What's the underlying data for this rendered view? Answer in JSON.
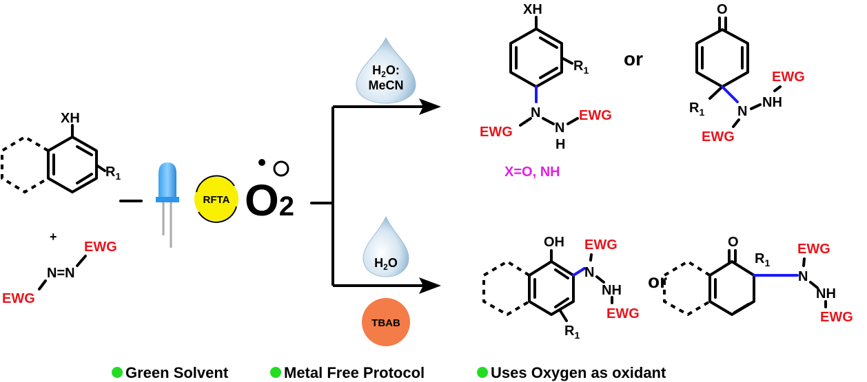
{
  "reactants": {
    "xh": "XH",
    "r1": "R",
    "r1_sub": "1",
    "plus": "+",
    "ewg_top": "EWG",
    "azo": "N=N",
    "ewg_bottom": "EWG"
  },
  "catalyst": {
    "label": "RFTA",
    "color": "#f8f000"
  },
  "oxygen": {
    "o": "O",
    "sub": "2"
  },
  "top_branch": {
    "solvent_line1_main": "H",
    "solvent_line1_sub": "2",
    "solvent_line1_rest": "O:",
    "solvent_line2": "MeCN",
    "product_a": {
      "xh": "XH",
      "r1": "R",
      "r1_sub": "1",
      "n1": "N",
      "n2": "N",
      "h": "H",
      "ewg_left": "EWG",
      "ewg_right": "EWG"
    },
    "or": "or",
    "product_b": {
      "o": "O",
      "r1": "R",
      "r1_sub": "1",
      "n1": "N",
      "nh": "NH",
      "ewg_top": "EWG",
      "ewg_bottom": "EWG"
    },
    "note": "X=O, NH"
  },
  "bottom_branch": {
    "solvent_main": "H",
    "solvent_sub": "2",
    "solvent_rest": "O",
    "additive": "TBAB",
    "additive_color": "#f47c48",
    "product_c": {
      "oh": "OH",
      "n1": "N",
      "nh": "NH",
      "ewg_top": "EWG",
      "ewg_bottom": "EWG",
      "r1": "R",
      "r1_sub": "1"
    },
    "or": "or",
    "product_d": {
      "o": "O",
      "r1": "R",
      "r1_sub": "1",
      "n1": "N",
      "nh": "NH",
      "ewg_top": "EWG",
      "ewg_bottom": "EWG"
    }
  },
  "features": {
    "bullet_color": "#22dd22",
    "items": [
      "Green Solvent",
      "Metal Free Protocol",
      "Uses Oxygen as oxidant"
    ]
  }
}
